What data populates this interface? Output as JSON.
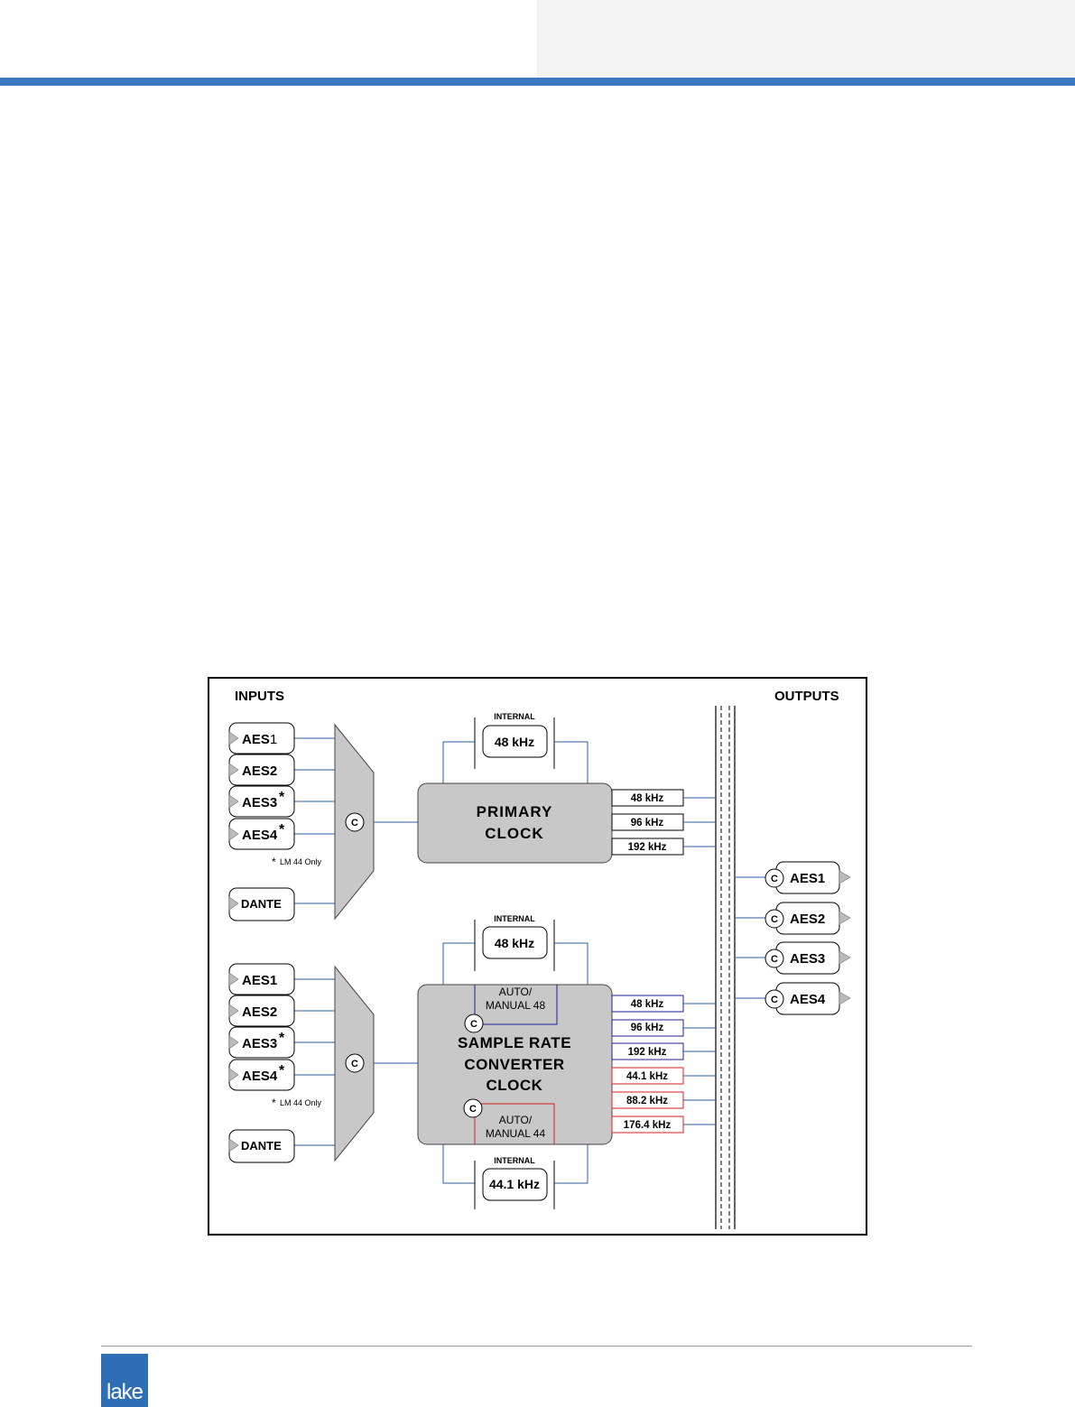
{
  "logo": {
    "text": "lake"
  },
  "diagram": {
    "inputs_label": "INPUTS",
    "outputs_label": "OUTPUTS",
    "clock_badge": "C",
    "primary": {
      "inputs": [
        {
          "main": "AES",
          "num": "1",
          "star": ""
        },
        {
          "main": "AES2",
          "num": "",
          "star": ""
        },
        {
          "main": "AES3",
          "num": "",
          "star": "*"
        },
        {
          "main": "AES4",
          "num": "",
          "star": "*"
        }
      ],
      "note_star": "*",
      "note": "LM 44 Only",
      "dante": "DANTE",
      "internal_label": "INTERNAL",
      "internal_rate": "48 kHz",
      "clock_title_1": "PRIMARY",
      "clock_title_2": "CLOCK",
      "rates": [
        "48 kHz",
        "96 kHz",
        "192 kHz"
      ]
    },
    "src": {
      "inputs": [
        {
          "main": "AES1",
          "num": "",
          "star": ""
        },
        {
          "main": "AES2",
          "num": "",
          "star": ""
        },
        {
          "main": "AES3",
          "num": "",
          "star": "*"
        },
        {
          "main": "AES4",
          "num": "",
          "star": "*"
        }
      ],
      "note_star": "*",
      "note": "LM 44 Only",
      "dante": "DANTE",
      "internal_top_label": "INTERNAL",
      "internal_top_rate": "48 kHz",
      "internal_bottom_label": "INTERNAL",
      "internal_bottom_rate": "44.1 kHz",
      "auto48_1": "AUTO/",
      "auto48_2": "MANUAL 48",
      "auto44_1": "AUTO/",
      "auto44_2": "MANUAL 44",
      "clock_title_1": "SAMPLE RATE",
      "clock_title_2": "CONVERTER",
      "clock_title_3": "CLOCK",
      "rates_48": [
        "48 kHz",
        "96 kHz",
        "192 kHz"
      ],
      "rates_44": [
        "44.1 kHz",
        "88.2 kHz",
        "176.4 kHz"
      ]
    },
    "outputs": [
      "AES1",
      "AES2",
      "AES3",
      "AES4"
    ],
    "colors": {
      "family_48": "#1f1f9a",
      "family_44": "#d21f1f",
      "wire": "#2f5f9f",
      "block_fill": "#c8c8c8"
    }
  }
}
